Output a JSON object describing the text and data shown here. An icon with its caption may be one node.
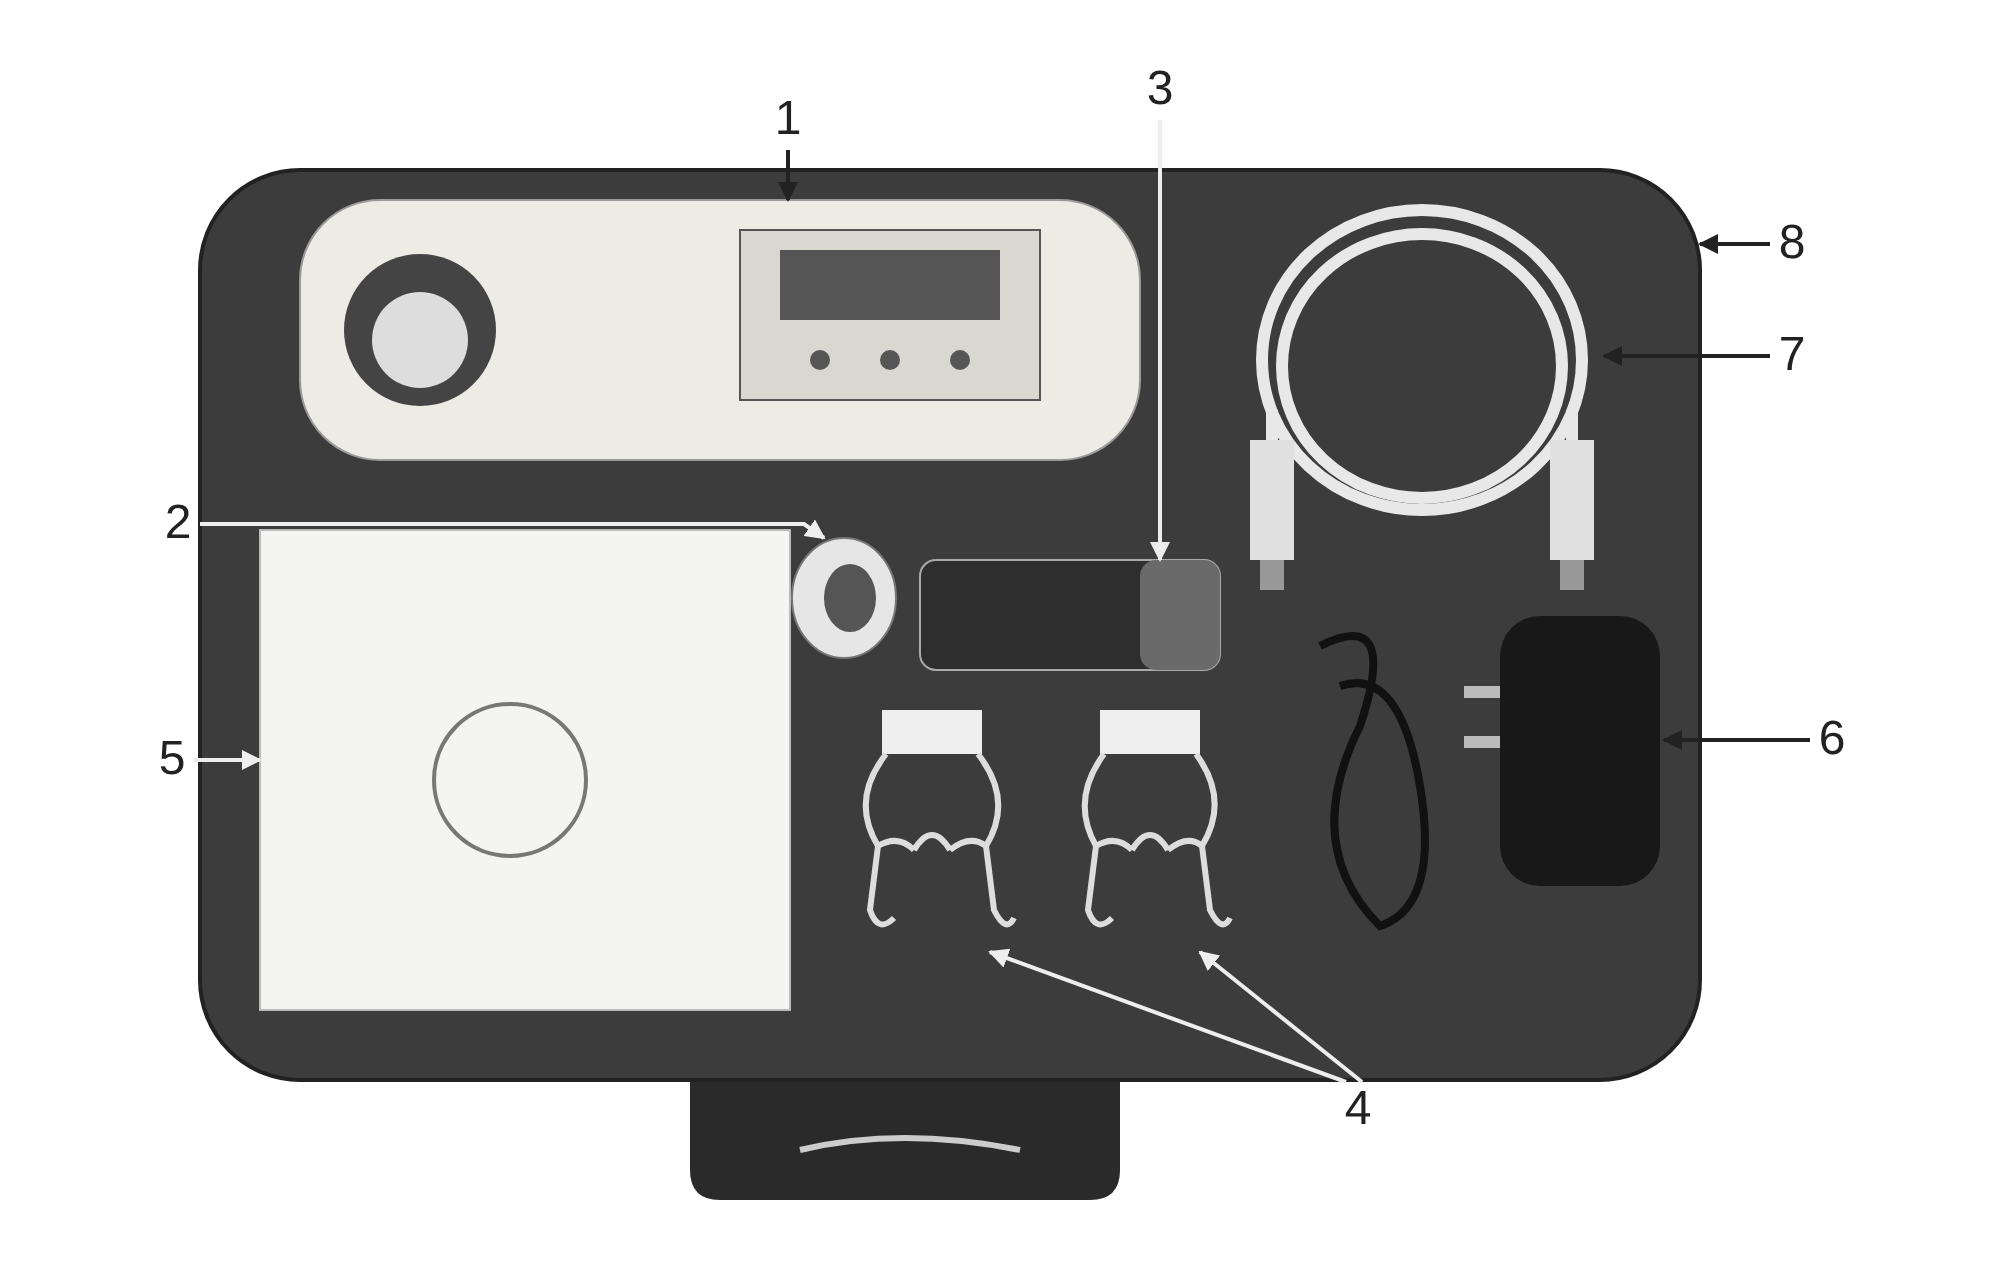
{
  "diagram": {
    "nodes": [
      {
        "text": [],
        "shape": "picture"
      },
      {
        "text": [
          "1"
        ]
      },
      {
        "text": [],
        "shape": "picture",
        "in": 0
      },
      {
        "text": [
          "2"
        ]
      },
      {
        "text": [],
        "shape": "picture",
        "in": 0
      },
      {
        "text": [
          "3"
        ]
      },
      {
        "text": [],
        "shape": "picture",
        "in": 0
      },
      {
        "text": [
          "4"
        ]
      },
      {
        "text": [],
        "shape": "picture",
        "in": 0
      },
      {
        "text": [],
        "shape": "picture",
        "in": 0
      },
      {
        "text": [
          "5"
        ]
      },
      {
        "text": [],
        "shape": "picture",
        "in": 0
      },
      {
        "text": [
          "6"
        ]
      },
      {
        "text": [],
        "shape": "picture",
        "in": 0
      },
      {
        "text": [
          "7"
        ]
      },
      {
        "text": [],
        "shape": "picture",
        "in": 0
      },
      {
        "text": [
          "8"
        ]
      }
    ],
    "edges": [
      {
        "from": 1,
        "to": 2,
        "arrow": "to",
        "color": "#222222"
      },
      {
        "from": 3,
        "to": 4,
        "arrow": "to"
      },
      {
        "from": 5,
        "to": 6,
        "arrow": "to"
      },
      {
        "from": 7,
        "to": 8,
        "arrow": "to"
      },
      {
        "from": 7,
        "to": 9,
        "arrow": "to"
      },
      {
        "from": 10,
        "to": 11,
        "arrow": "to"
      },
      {
        "from": 12,
        "to": 13,
        "arrow": "to",
        "color": "#222222"
      },
      {
        "from": 14,
        "to": 15,
        "arrow": "to",
        "color": "#222222"
      },
      {
        "from": 16,
        "to": 0,
        "arrow": "to",
        "color": "#222222"
      }
    ]
  }
}
